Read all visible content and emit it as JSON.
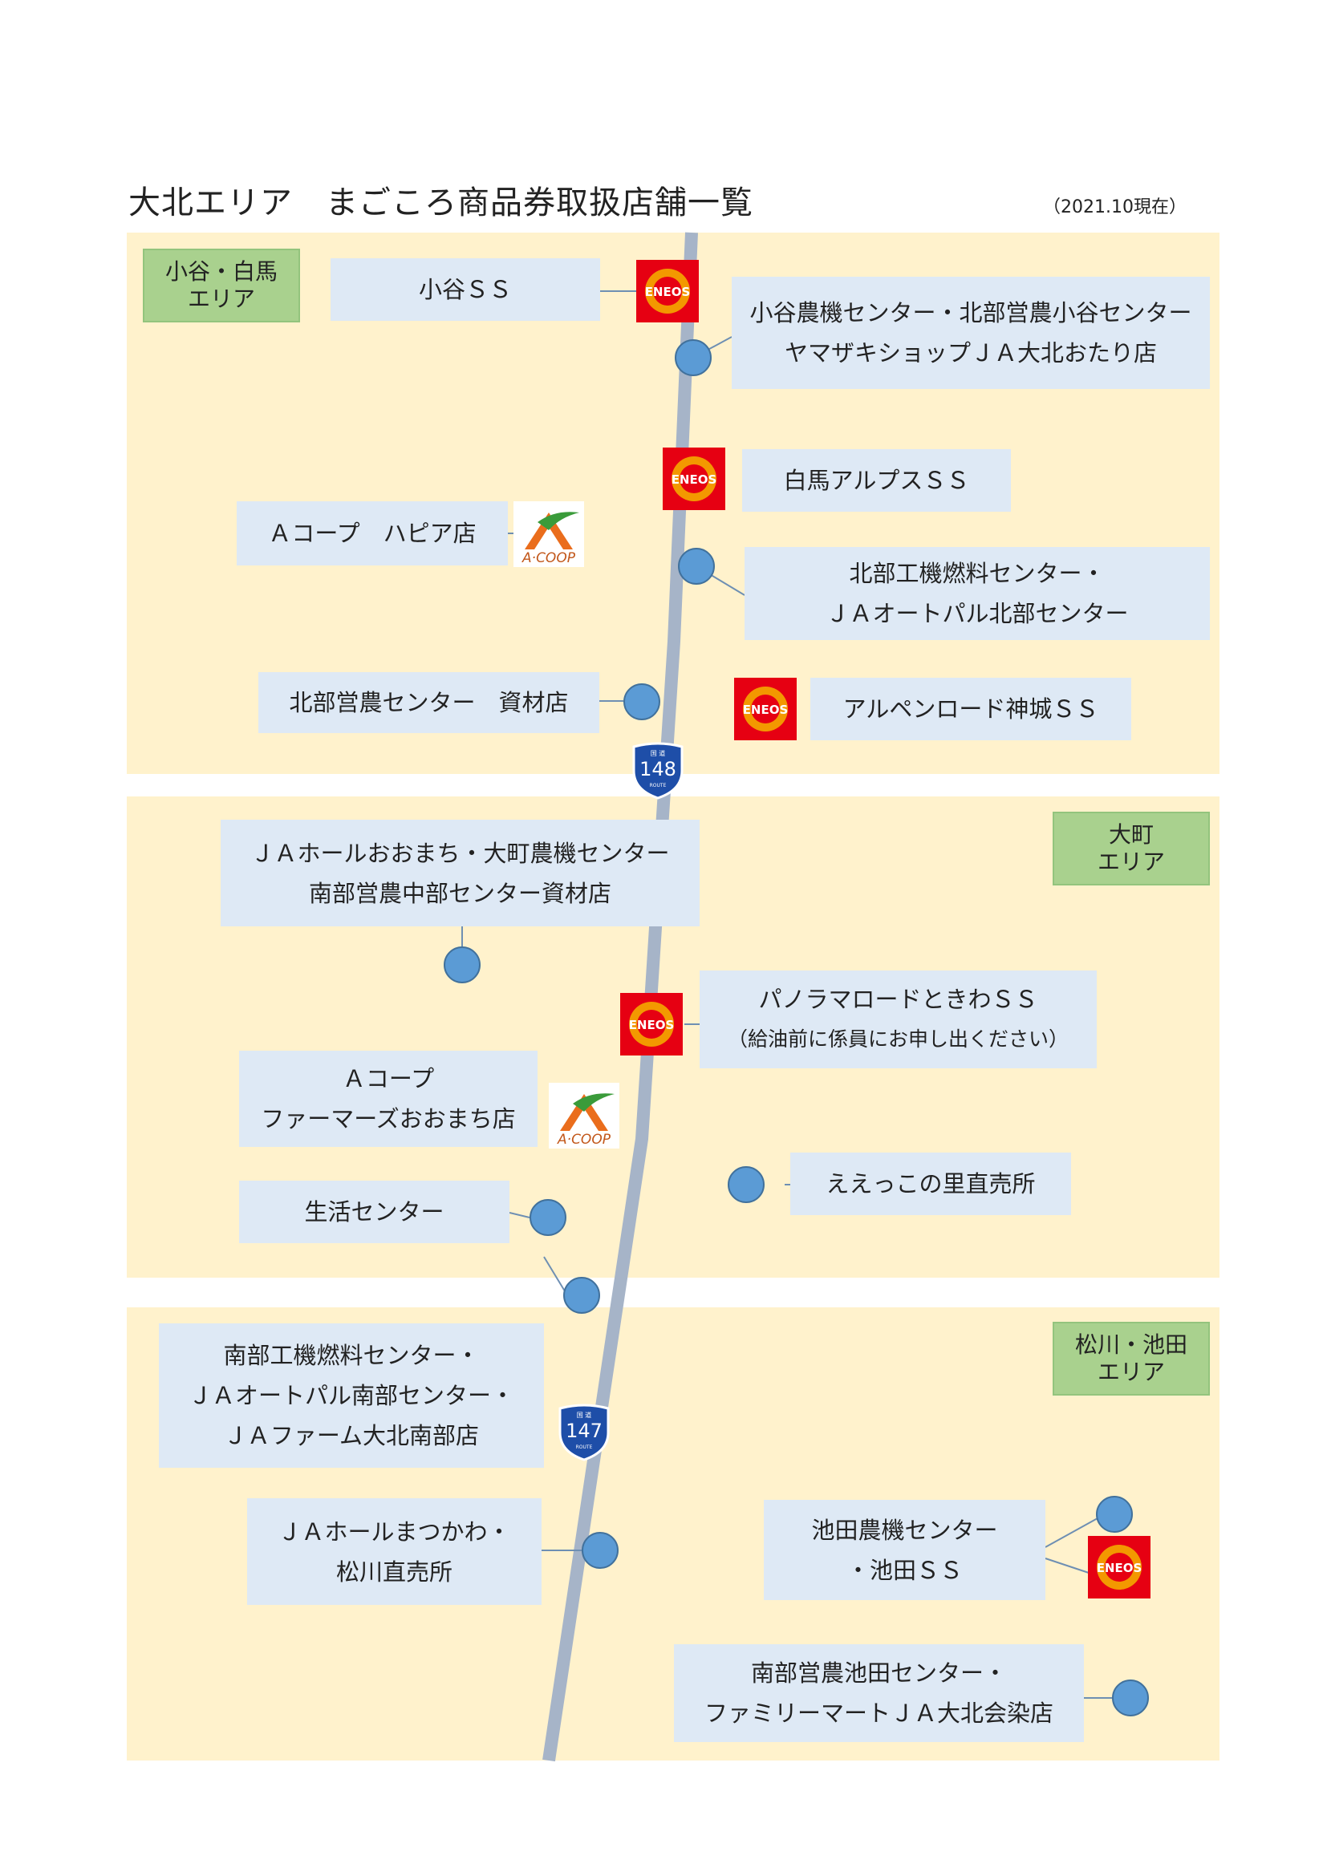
{
  "header": {
    "title": "大北エリア　まごころ商品券取扱店舗一覧",
    "date": "（2021.10現在）"
  },
  "areas": {
    "north": "小谷・白馬\nエリア",
    "middle": "大町\nエリア",
    "south": "松川・池田\nエリア"
  },
  "routes": {
    "r148": "148",
    "r147": "147",
    "kokudo": "国 道",
    "route": "ROUTE"
  },
  "logos": {
    "eneos": "ENEOS",
    "acoop": "A·COOP"
  },
  "stores": {
    "otari_ss": "小谷ＳＳ",
    "otari_center_1": "小谷農機センター・北部営農小谷センター",
    "otari_center_2": "ヤマザキショップＪＡ大北おたり店",
    "hakuba_alps": "白馬アルプスＳＳ",
    "acoop_hapia": "Ａコープ　ハピア店",
    "hokubu_koki_1": "北部工機燃料センター・",
    "hokubu_koki_2": "ＪＡオートパル北部センター",
    "hokubu_einou": "北部営農センター　資材店",
    "alpen_road": "アルペンロード神城ＳＳ",
    "ja_hall_omachi_1": "ＪＡホールおおまち・大町農機センター",
    "ja_hall_omachi_2": "南部営農中部センター資材店",
    "panorama_1": "パノラマロードときわＳＳ",
    "panorama_2": "（給油前に係員にお申し出ください）",
    "acoop_farmers_1": "Ａコープ",
    "acoop_farmers_2": "ファーマーズおおまち店",
    "eekko": "ええっこの里直売所",
    "seikatsu": "生活センター",
    "nanbu_koki_1": "南部工機燃料センター・",
    "nanbu_koki_2": "ＪＡオートパル南部センター・",
    "nanbu_koki_3": "ＪＡファーム大北南部店",
    "ja_hall_matsukawa_1": "ＪＡホールまつかわ・",
    "ja_hall_matsukawa_2": "松川直売所",
    "ikeda_1": "池田農機センター",
    "ikeda_2": "・池田ＳＳ",
    "nanbu_ikeda_1": "南部営農池田センター・",
    "nanbu_ikeda_2": "ファミリーマートＪＡ大北会染店"
  },
  "colors": {
    "zone": "#fff2cc",
    "store": "#dee9f5",
    "badge": "#a9d18e",
    "road": "#a6b4c8",
    "dot": "#5b9bd5",
    "eneos": "#e60012"
  }
}
